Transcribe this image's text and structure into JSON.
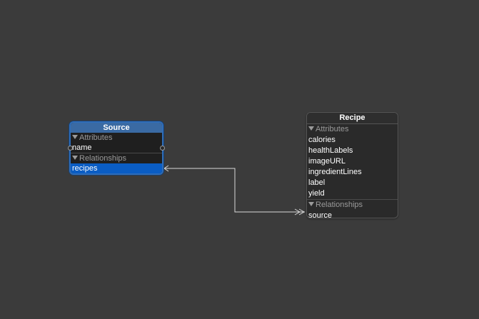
{
  "entities": {
    "source": {
      "title": "Source",
      "attributes_header": "Attributes",
      "attributes": [
        "name"
      ],
      "relationships_header": "Relationships",
      "relationships": [
        "recipes"
      ],
      "selected_relationship": "recipes"
    },
    "recipe": {
      "title": "Recipe",
      "attributes_header": "Attributes",
      "attributes": [
        "calories",
        "healthLabels",
        "imageURL",
        "ingredientLines",
        "label",
        "yield"
      ],
      "relationships_header": "Relationships",
      "relationships": [
        "source"
      ]
    }
  },
  "colors": {
    "canvas_background": "#3b3b3b",
    "selection_blue": "#0a5dc4",
    "selected_entity_border": "#2f6db8"
  },
  "icons": {
    "section_toggle": "disclosure-triangle-icon"
  }
}
